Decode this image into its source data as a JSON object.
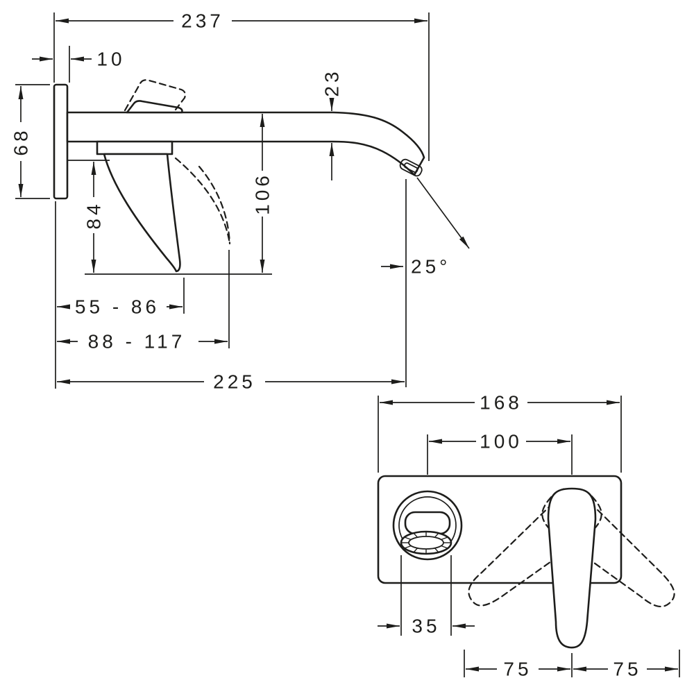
{
  "side_view": {
    "total_width": "237",
    "plate_depth": "10",
    "plate_height": "68",
    "spout_end_height": "23",
    "spout_to_lever_tip": "106",
    "lever_length": "84",
    "spray_angle": "25°",
    "lever_clearance_range": "55 - 86",
    "lever_reach_range": "88 - 117",
    "spout_projection": "225"
  },
  "front_view": {
    "plate_width": "168",
    "spout_to_handle_distance": "100",
    "aerator_width": "35",
    "handle_swing_left": "75",
    "handle_swing_right": "75"
  }
}
